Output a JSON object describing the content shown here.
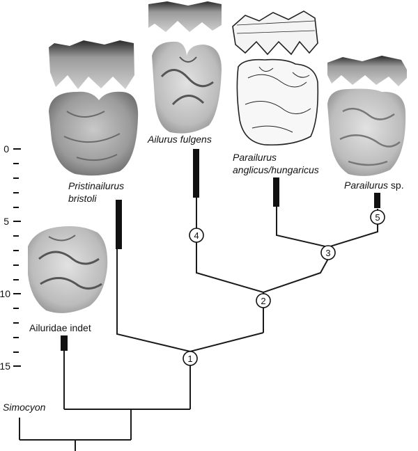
{
  "axis": {
    "ticks": [
      "0",
      "5",
      "10",
      "15"
    ]
  },
  "taxa": {
    "pristinailurus": {
      "line1": "Pristinailurus",
      "line2": "bristoli"
    },
    "ailurus": {
      "label": "Ailurus fulgens"
    },
    "parailurus_anglicus": {
      "line1": "Parailurus",
      "line2": "anglicus/hungaricus"
    },
    "parailurus_sp": {
      "genus": "Parailurus",
      "suffix": " sp."
    },
    "ailuridae": {
      "label": "Ailuridae indet"
    },
    "simocyon": {
      "label": "Simocyon"
    }
  },
  "nodes": [
    "1",
    "2",
    "3",
    "4",
    "5"
  ],
  "colors": {
    "line": "#1a1a1a",
    "bar": "#111111",
    "tooth": "#8d8d8d"
  }
}
